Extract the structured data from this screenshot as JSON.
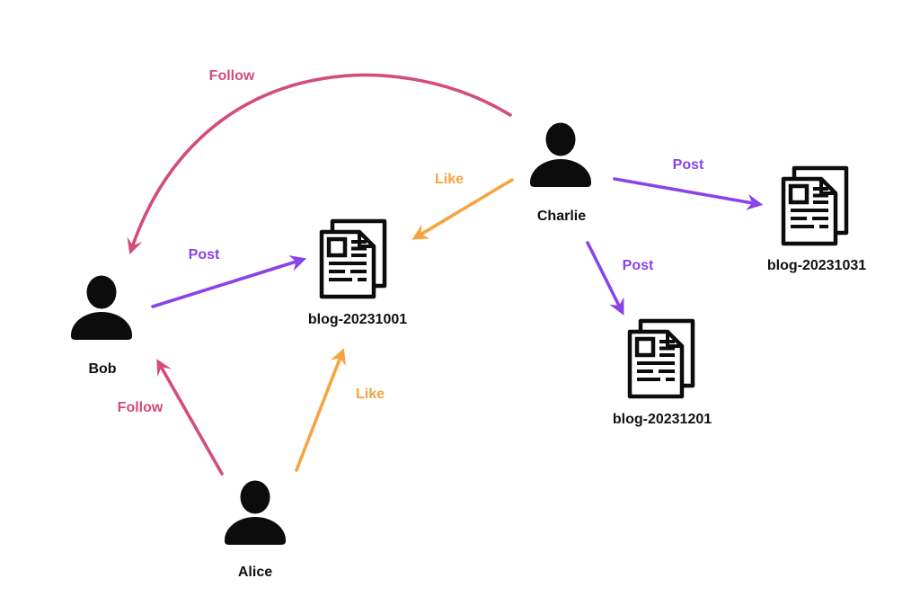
{
  "diagram_title": "",
  "colors": {
    "follow": "#d34c7d",
    "post": "#8a43e6",
    "like": "#f7a340",
    "node": "#0c0c0c",
    "background": "#ffffff"
  },
  "nodes": [
    {
      "id": "bob",
      "type": "person",
      "icon": "person-icon",
      "label": "Bob"
    },
    {
      "id": "alice",
      "type": "person",
      "icon": "person-icon",
      "label": "Alice"
    },
    {
      "id": "charlie",
      "type": "person",
      "icon": "person-icon",
      "label": "Charlie"
    },
    {
      "id": "blog-20231001",
      "type": "document",
      "icon": "document-icon",
      "label": "blog-20231001"
    },
    {
      "id": "blog-20231031",
      "type": "document",
      "icon": "document-icon",
      "label": "blog-20231031"
    },
    {
      "id": "blog-20231201",
      "type": "document",
      "icon": "document-icon",
      "label": "blog-20231201"
    }
  ],
  "edges": [
    {
      "from": "Charlie",
      "to": "Bob",
      "relation": "follow",
      "label": "Follow"
    },
    {
      "from": "Bob",
      "to": "blog-20231001",
      "relation": "post",
      "label": "Post"
    },
    {
      "from": "Charlie",
      "to": "blog-20231001",
      "relation": "like",
      "label": "Like"
    },
    {
      "from": "Charlie",
      "to": "blog-20231031",
      "relation": "post",
      "label": "Post"
    },
    {
      "from": "Charlie",
      "to": "blog-20231201",
      "relation": "post",
      "label": "Post"
    },
    {
      "from": "Alice",
      "to": "Bob",
      "relation": "follow",
      "label": "Follow"
    },
    {
      "from": "Alice",
      "to": "blog-20231001",
      "relation": "like",
      "label": "Like"
    }
  ]
}
